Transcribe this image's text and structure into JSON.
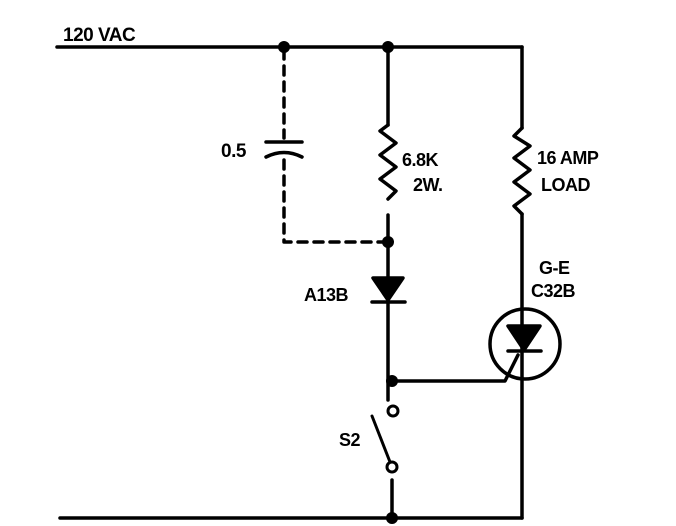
{
  "labels": {
    "supply": "120 VAC",
    "capacitor": "0.5",
    "resistor_value": "6.8K",
    "resistor_power": "2W.",
    "load_current": "16 AMP",
    "load_name": "LOAD",
    "diode": "A13B",
    "scr_maker": "G-E",
    "scr_part": "C32B",
    "switch": "S2"
  },
  "colors": {
    "ink": "#000000",
    "background": "#ffffff"
  }
}
